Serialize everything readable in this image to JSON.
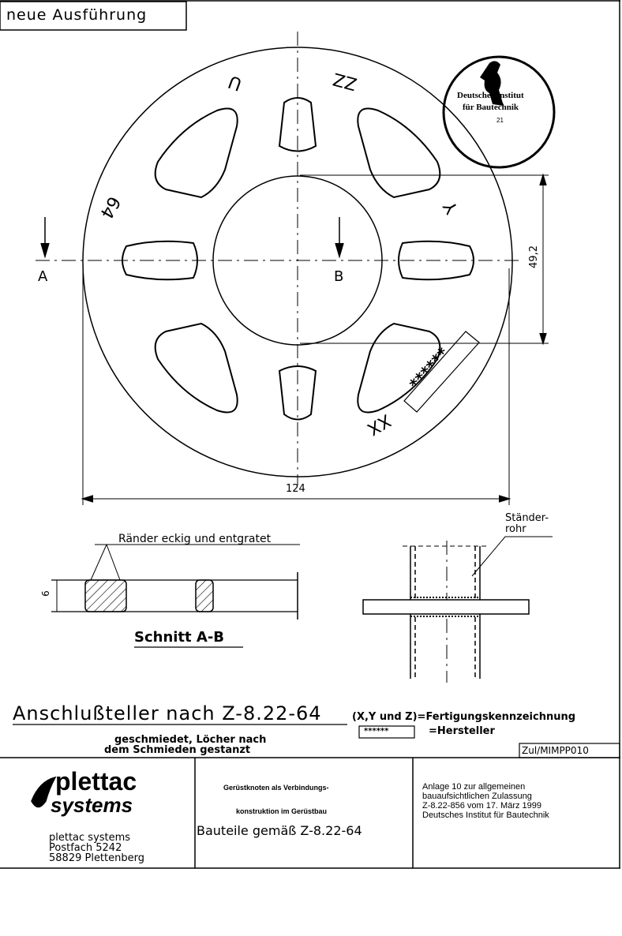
{
  "header_label": "neue Ausführung",
  "markings": {
    "u": "U",
    "zz": "ZZ",
    "y": "Y",
    "n64": "64",
    "xx": "XX",
    "stars": "******"
  },
  "section_labels": {
    "a": "A",
    "b": "B"
  },
  "dimensions": {
    "inner": "49,2",
    "outer": "124",
    "thickness": "6"
  },
  "section_note": "Ränder eckig und entgratet",
  "section_title": "Schnitt A-B",
  "tube_label": "Ständer-\nrohr",
  "title": "Anschlußteller nach Z-8.22-64",
  "legend": {
    "xyz": "(X,Y und Z)=Fertigungskennzeichnung",
    "stars_box": "******",
    "stars_desc": "=Hersteller"
  },
  "subtitle_1": "geschmiedet, Löcher nach",
  "subtitle_2": "dem Schmieden gestanzt",
  "drawing_id": "Zul/MIMPP010",
  "stamp": {
    "line1": "Deutsches Institut",
    "line2": "für Bautechnik",
    "num": "21"
  },
  "title_block": {
    "logo_1": "plettac",
    "logo_2": "systems",
    "address": [
      "plettac systems",
      "Postfach 5242",
      "58829 Plettenberg"
    ],
    "center_1": "Gerüstknoten als Verbindungs-",
    "center_2": "konstruktion im Gerüstbau",
    "center_3": "Bauteile gemäß Z-8.22-64",
    "right": [
      "Anlage 10 zur allgemeinen",
      "bauaufsichtlichen Zulassung",
      "Z-8.22-856 vom 17. März 1999",
      "Deutsches Institut für Bautechnik"
    ]
  }
}
